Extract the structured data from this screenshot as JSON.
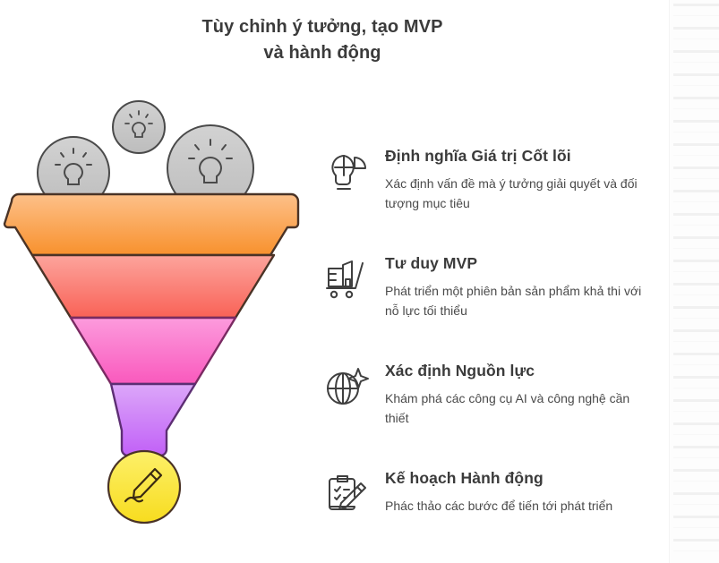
{
  "title": {
    "line1": "Tùy chỉnh ý tưởng, tạo MVP",
    "line2": "và hành động"
  },
  "funnel": {
    "bands": [
      {
        "name": "orange-band",
        "color_top": "#fdb97c",
        "color_bottom": "#f8922f"
      },
      {
        "name": "salmon-band",
        "color_top": "#fb9c94",
        "color_bottom": "#f9655a"
      },
      {
        "name": "pink-band",
        "color_top": "#fb92d9",
        "color_bottom": "#f95cbe"
      },
      {
        "name": "purple-band",
        "color_top": "#d9a0f8",
        "color_bottom": "#c264f7"
      }
    ],
    "outline_color": "#4a3326",
    "idea_bubbles": [
      {
        "name": "idea-bubble-small",
        "icon": "lightbulb-icon"
      },
      {
        "name": "idea-bubble-left",
        "icon": "lightbulb-icon"
      },
      {
        "name": "idea-bubble-right",
        "icon": "lightbulb-icon"
      }
    ],
    "bubble_color": "#c9c9c9",
    "output_badge": {
      "name": "output-badge",
      "icon": "pen-signature-icon",
      "color": "#f9e440"
    }
  },
  "steps": [
    {
      "icon": "lightbulb-segments-icon",
      "title": "Định nghĩa Giá trị Cốt lõi",
      "description": "Xác định vấn đề mà ý tưởng giải quyết và đối tượng mục tiêu"
    },
    {
      "icon": "shopping-cart-store-icon",
      "title": "Tư duy MVP",
      "description": "Phát triển một phiên bản sản phẩm khả thi với nỗ lực tối thiểu"
    },
    {
      "icon": "globe-sparkle-icon",
      "title": "Xác định Nguồn lực",
      "description": "Khám phá các công cụ AI và công nghệ cần thiết"
    },
    {
      "icon": "clipboard-pencil-icon",
      "title": "Kế hoạch Hành động",
      "description": "Phác thảo các bước để tiến tới phát triển"
    }
  ],
  "colors": {
    "text_primary": "#3b3b3b",
    "text_secondary": "#4a4a4a",
    "icon_stroke": "#3f3f3f"
  }
}
